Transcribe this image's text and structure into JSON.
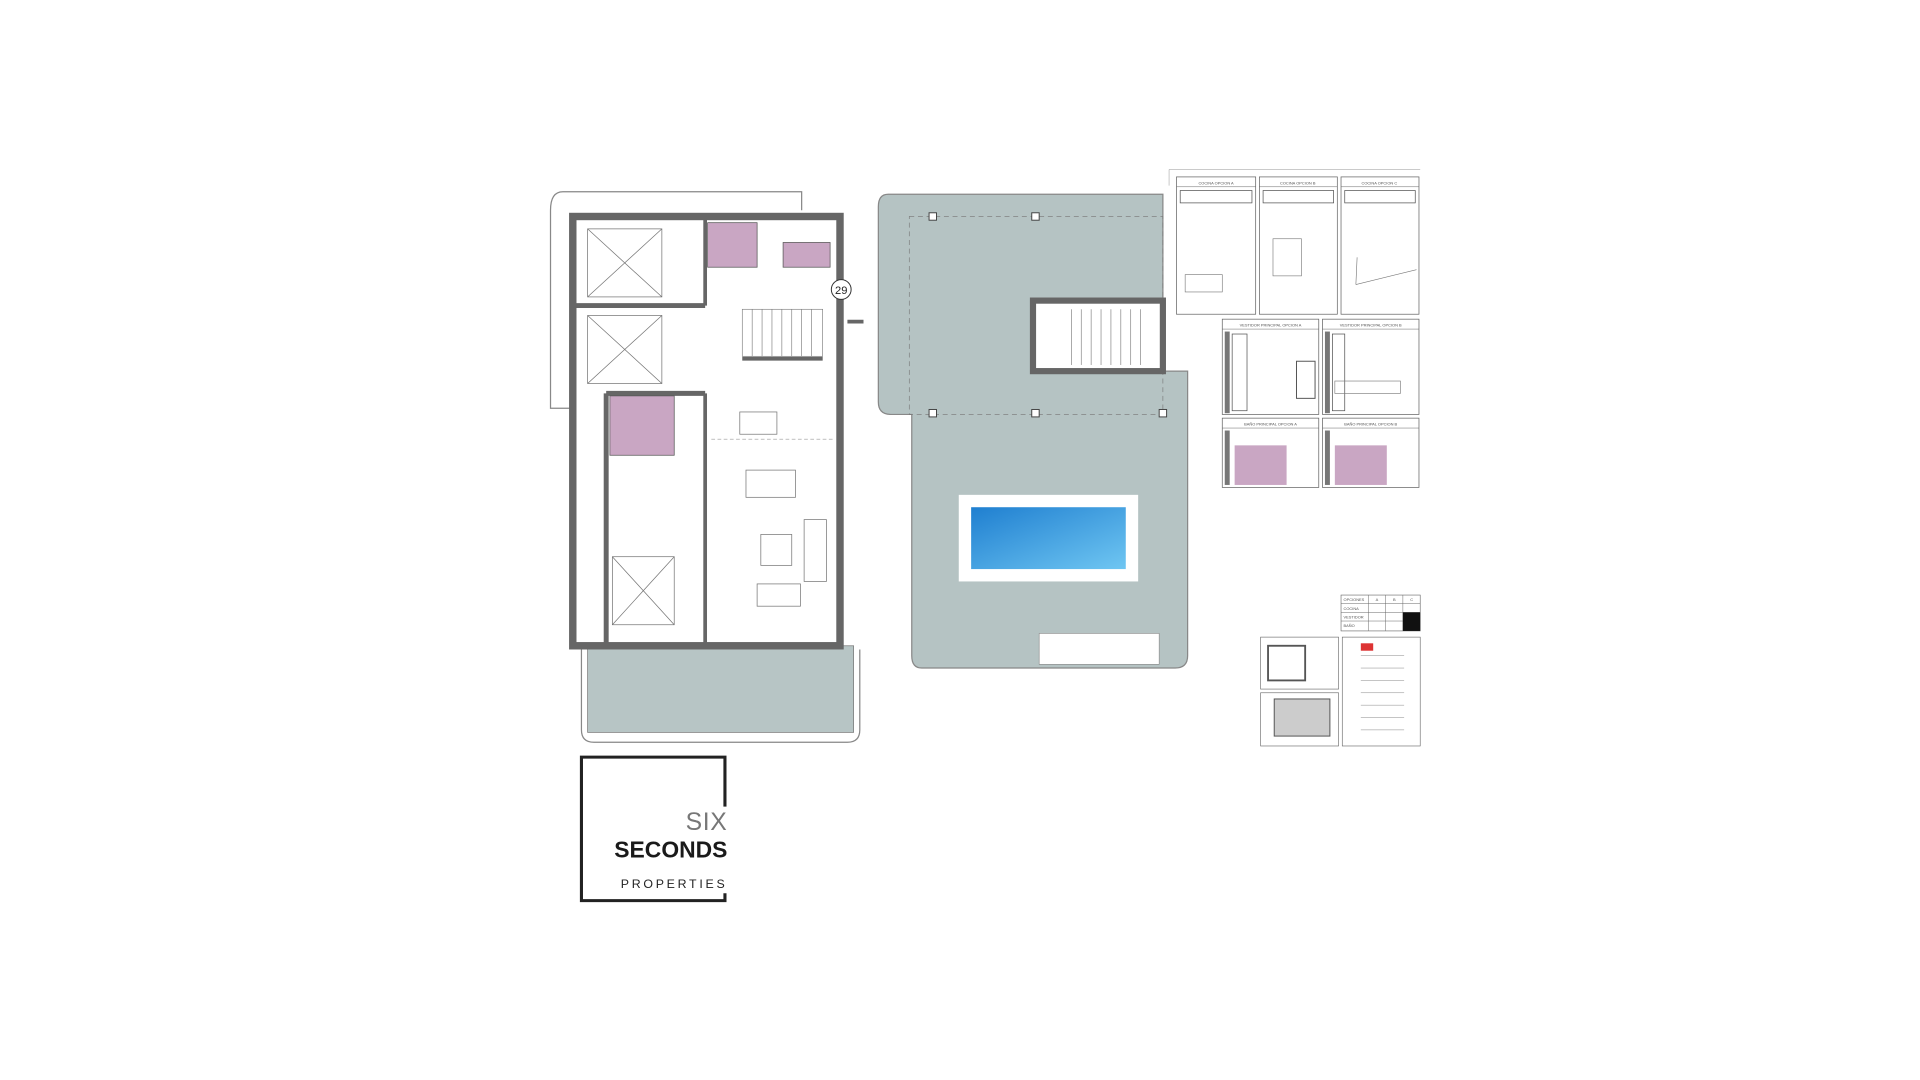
{
  "plan": {
    "unit_number": "29",
    "colors": {
      "terrace": "#b7c5c5",
      "bathroom": "#c9a6c3",
      "wall": "#666666",
      "pool": "#3aa0e0"
    }
  },
  "options": {
    "kitchen": [
      "COCINA OPCION A",
      "COCINA OPCION B",
      "COCINA OPCION C"
    ],
    "dressing": [
      "VESTIDOR PRINCIPAL OPCION A",
      "VESTIDOR PRINCIPAL OPCION B"
    ],
    "bathroom": [
      "BAÑO PRINCIPAL OPCION A",
      "BAÑO PRINCIPAL OPCION B"
    ]
  },
  "legend": {
    "header": [
      "OPCIONES",
      "A",
      "B",
      "C"
    ],
    "rows": [
      "COCINA",
      "VESTIDOR",
      "BAÑO"
    ]
  },
  "logo": {
    "line1": "SIX",
    "line2": "SECONDS",
    "line3": "PROPERTIES"
  }
}
